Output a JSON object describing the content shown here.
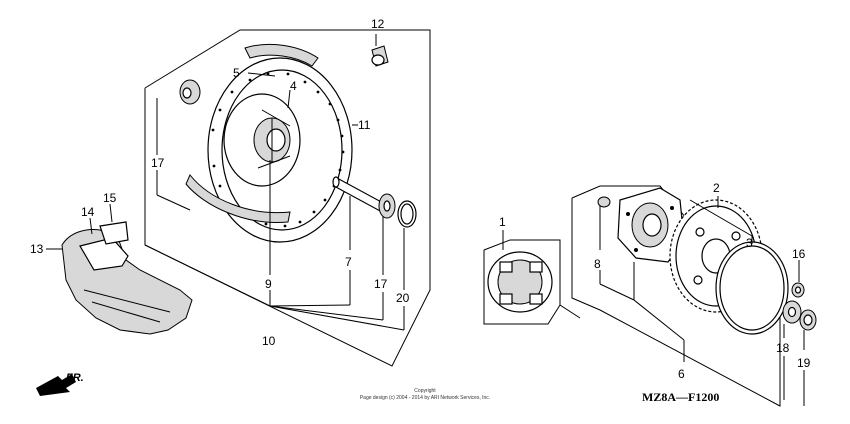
{
  "callouts": [
    "1",
    "2",
    "3",
    "4",
    "5",
    "6",
    "7",
    "8",
    "9",
    "10",
    "11",
    "12",
    "13",
    "14",
    "15",
    "16",
    "17",
    "17",
    "18",
    "19",
    "20"
  ],
  "diagram_code": "MZ8A—F1200",
  "direction_label": "FR.",
  "copyright_line1": "Copyright",
  "copyright_line2": "Page design (c) 2004 - 2014 by ARI Network Services, Inc."
}
